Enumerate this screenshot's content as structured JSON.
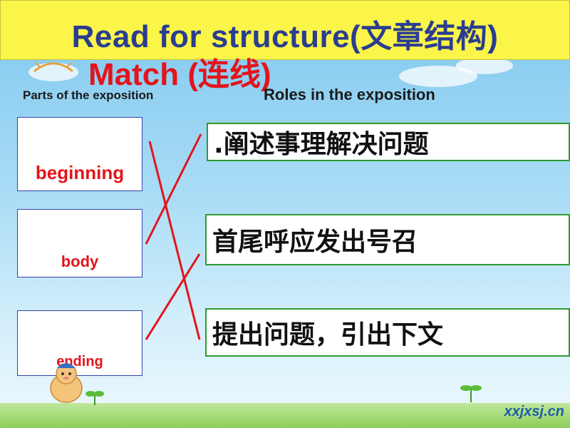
{
  "slide": {
    "title": "Read for structure(文章结构)",
    "subtitle": "Match (连线)",
    "left_column_heading": "Parts of the exposition",
    "right_column_heading": "Roles in the exposition",
    "parts": [
      {
        "label": "beginning"
      },
      {
        "label": "body"
      },
      {
        "label": "ending"
      }
    ],
    "roles": [
      {
        "text": ".阐述事理解决问题"
      },
      {
        "text": "首尾呼应发出号召"
      },
      {
        "text": "提出问题，引出下文"
      }
    ],
    "watermark": "xxjxsj.cn"
  },
  "colors": {
    "title_bar": "#fbf54a",
    "title_text": "#2a3d8f",
    "accent_red": "#e3141b",
    "role_border": "#2f9a2f",
    "part_border": "#3344aa",
    "match_line": "#e3141b"
  }
}
